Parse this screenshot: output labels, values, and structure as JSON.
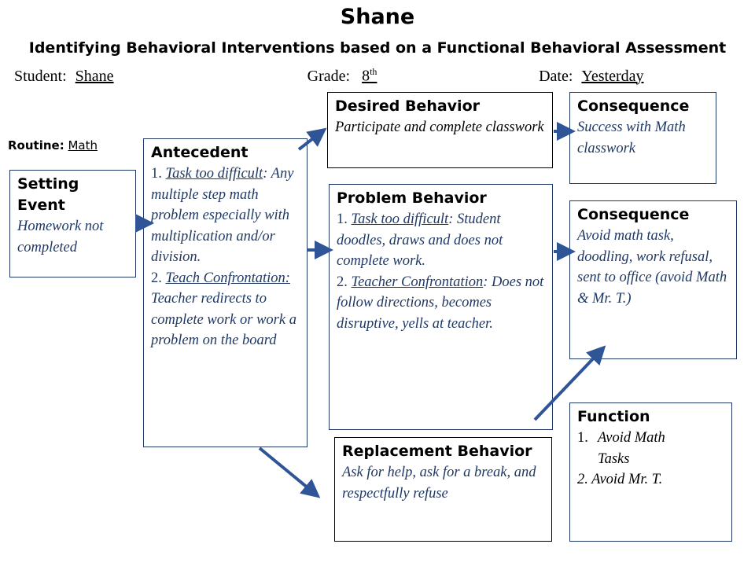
{
  "title": "Shane",
  "subtitle": "Identifying Behavioral Interventions based on a Functional Behavioral Assessment",
  "info": {
    "student_label": "Student:",
    "student_value": "Shane",
    "grade_label": "Grade:",
    "grade_value": "8",
    "grade_suffix": "th",
    "date_label": "Date:",
    "date_value": "Yesterday"
  },
  "routine": {
    "label": "Routine:",
    "value": "Math"
  },
  "setting_event": {
    "heading": "Setting Event",
    "text": "Homework not completed"
  },
  "antecedent": {
    "heading": "Antecedent",
    "item1_num": "1.",
    "item1_title": "Task too difficult",
    "item1_text": "Any multiple step math problem especially with multiplication and/or division.",
    "item2_num": "2.",
    "item2_title": "Teach Confrontation:",
    "item2_text": "Teacher redirects to complete work or work a problem on the board"
  },
  "desired_behavior": {
    "heading": "Desired Behavior",
    "text": "Participate and complete classwork"
  },
  "consequence_desired": {
    "heading": "Consequence",
    "text": "Success with Math classwork"
  },
  "problem_behavior": {
    "heading": "Problem Behavior",
    "item1_num": "1.",
    "item1_title": "Task too difficult",
    "item1_text": "Student doodles, draws and does not complete work.",
    "item2_num": "2.",
    "item2_title": "Teacher Confrontation",
    "item2_text": "Does not follow directions, becomes disruptive, yells at teacher."
  },
  "consequence_problem": {
    "heading": "Consequence",
    "text": "Avoid math task, doodling, work refusal, sent to office (avoid Math & Mr. T.)"
  },
  "replacement_behavior": {
    "heading": "Replacement Behavior",
    "text": "Ask for help, ask for a break, and respectfully refuse"
  },
  "function": {
    "heading": "Function",
    "item1_num": "1.",
    "item1_text": "Avoid Math Tasks",
    "item2_text": "2. Avoid Mr. T."
  },
  "colors": {
    "arrow": "#2f5597",
    "box_border": "#1f3864",
    "body_text": "#1f3864"
  }
}
